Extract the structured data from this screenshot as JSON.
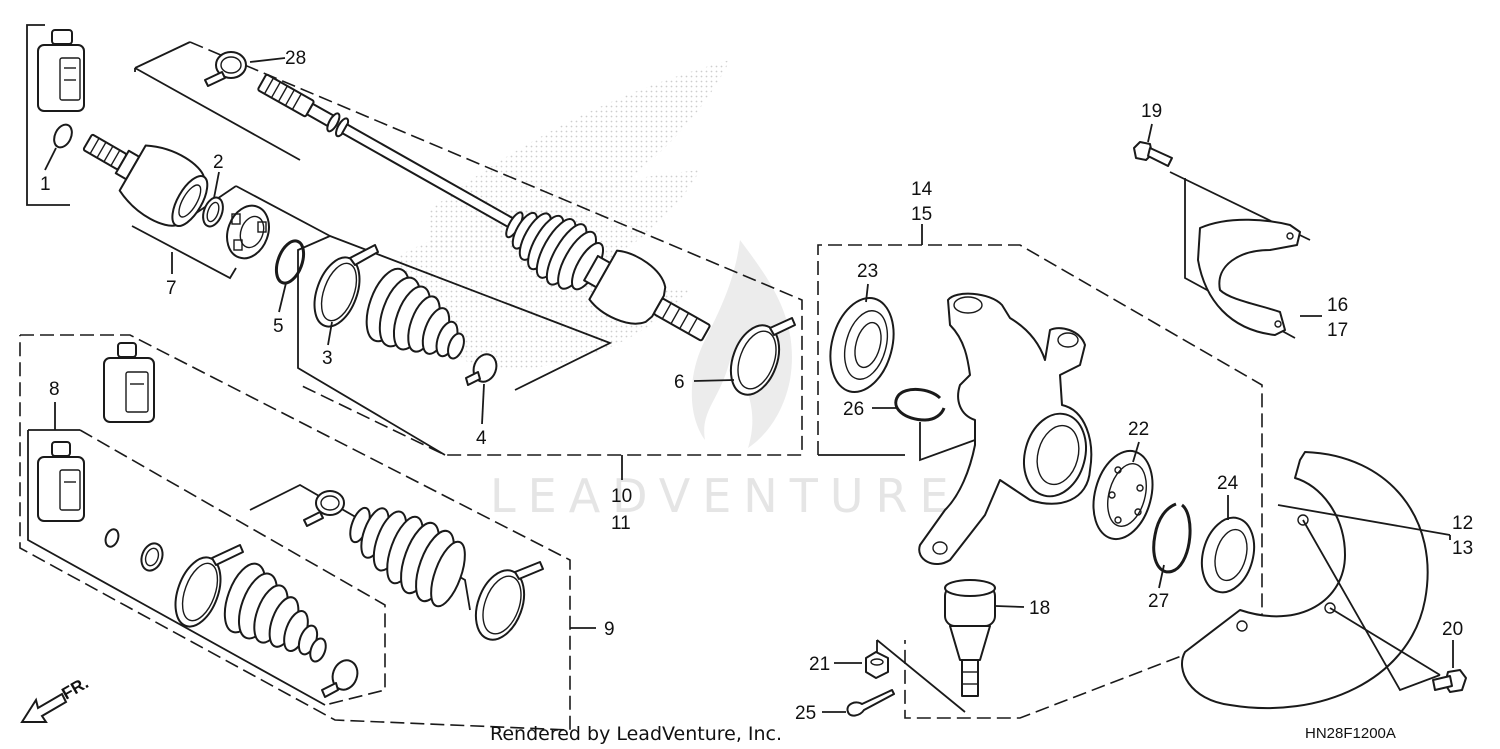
{
  "diagram": {
    "callouts": {
      "p1": "1",
      "p2": "2",
      "p3": "3",
      "p4": "4",
      "p5": "5",
      "p6": "6",
      "p7": "7",
      "p8": "8",
      "p9": "9",
      "p10": "10",
      "p11": "11",
      "p12": "12",
      "p13": "13",
      "p14": "14",
      "p15": "15",
      "p16": "16",
      "p17": "17",
      "p18": "18",
      "p19": "19",
      "p20": "20",
      "p21": "21",
      "p22": "22",
      "p23": "23",
      "p24": "24",
      "p25": "25",
      "p26": "26",
      "p27": "27",
      "p28": "28"
    },
    "direction_label": "FR.",
    "watermark": "LEADVENTURE",
    "credit": "Rendered by LeadVenture, Inc.",
    "figure_code": "HN28F1200A"
  },
  "colors": {
    "line": "#1a1a1a",
    "watermark": "#e5e5e5",
    "background": "#ffffff"
  }
}
